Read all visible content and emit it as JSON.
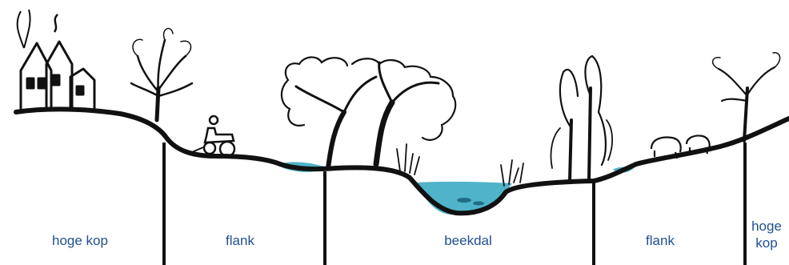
{
  "zones": [
    {
      "id": "hoge-kop-left",
      "label": "hoge kop"
    },
    {
      "id": "flank-left",
      "label": "flank"
    },
    {
      "id": "beekdal",
      "label": "beekdal"
    },
    {
      "id": "flank-right",
      "label": "flank"
    },
    {
      "id": "hoge-kop-right",
      "label": "hoge\nkop"
    }
  ],
  "colors": {
    "ink": "#111111",
    "water": "#4fb3c9",
    "water_dark": "#2d8ca3",
    "label": "#1f4f8f"
  }
}
